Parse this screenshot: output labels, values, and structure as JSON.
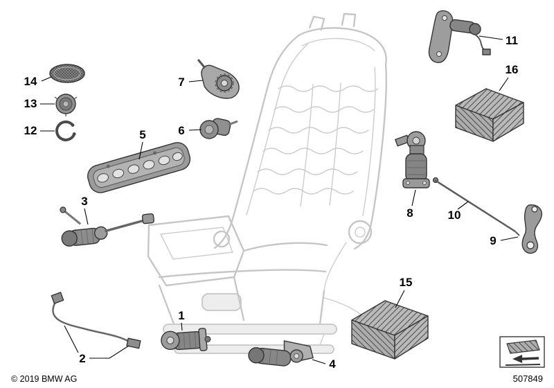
{
  "footer": {
    "copyright": "© 2019 BMW AG",
    "doc_number": "507849"
  },
  "callouts": {
    "n1": "1",
    "n2": "2",
    "n3": "3",
    "n4": "4",
    "n5": "5",
    "n6": "6",
    "n7": "7",
    "n8": "8",
    "n9": "9",
    "n10": "10",
    "n11": "11",
    "n12": "12",
    "n13": "13",
    "n14": "14",
    "n15": "15",
    "n16": "16"
  },
  "colors": {
    "background": "#ffffff",
    "frame_gray": "#c6c6c6",
    "part_gray": "#8a8a8a",
    "line_black": "#000000"
  }
}
